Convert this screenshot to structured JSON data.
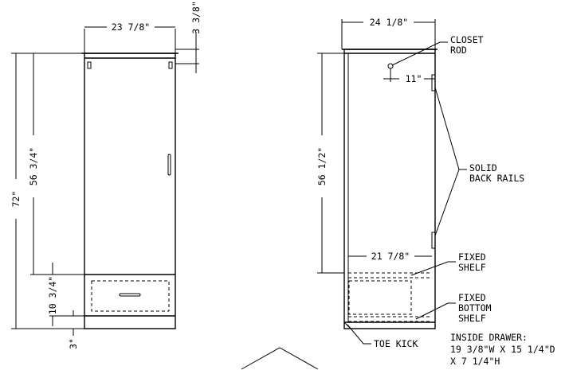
{
  "front_view": {
    "width_dim": "23 7/8\"",
    "top_dim": "3 3/8\"",
    "overall_height_dim": "72\"",
    "door_height_dim": "56 3/4\"",
    "drawer_height_dim": "10 3/4\"",
    "toe_kick_dim": "3\""
  },
  "side_view": {
    "depth_dim": "24 1/8\"",
    "rod_offset_dim": "11\"",
    "interior_height_dim": "56 1/2\"",
    "shelf_depth_dim": "21 7/8\""
  },
  "callouts": {
    "closet_rod_1": "CLOSET",
    "closet_rod_2": "ROD",
    "back_rails_1": "SOLID",
    "back_rails_2": "BACK RAILS",
    "fixed_shelf_1": "FIXED",
    "fixed_shelf_2": "SHELF",
    "bottom_shelf_1": "FIXED",
    "bottom_shelf_2": "BOTTOM",
    "bottom_shelf_3": "SHELF",
    "toe_kick": "TOE KICK",
    "drawer_1": "INSIDE DRAWER:",
    "drawer_2": "19 3/8\"W X 15 1/4\"D",
    "drawer_3": "X 7 1/4\"H"
  }
}
